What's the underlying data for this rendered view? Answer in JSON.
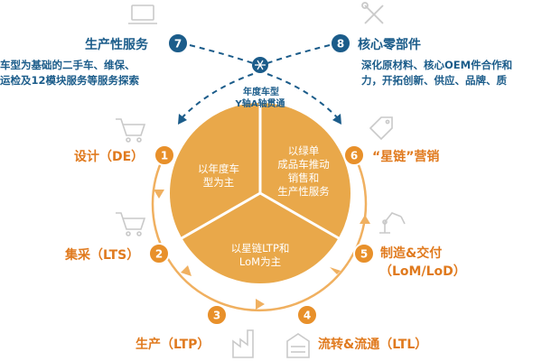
{
  "center": {
    "line1": "年度车型",
    "line2": "Y轴A轴贯通"
  },
  "pie": {
    "left": "以年度车\n型为主",
    "right": "以绿单\n成品车推动\n销售和\n生产性服务",
    "bottom": "以星链LTP和\nLoM为主"
  },
  "steps": [
    {
      "num": "1",
      "label": "设计（DE）"
    },
    {
      "num": "2",
      "label": "集采（LTS）"
    },
    {
      "num": "3",
      "label": "生产（LTP）"
    },
    {
      "num": "4",
      "label": "流转&流通（LTL）"
    },
    {
      "num": "5",
      "label": "制造&交付",
      "label2": "（LoM/LoD）"
    },
    {
      "num": "6",
      "label": "“星链”营销"
    },
    {
      "num": "7",
      "label": "生产性服务"
    },
    {
      "num": "8",
      "label": "核心零部件"
    }
  ],
  "desc7": [
    "车型为基础的二手车、维保、",
    "运检及12模块服务等服务探索"
  ],
  "desc8": [
    "深化原材料、核心OEM件合作和",
    "力，开拓创新、供应、品牌、质"
  ],
  "colors": {
    "orange": "#e8902a",
    "blue": "#1b5c8a",
    "pie": "#e9a84a"
  }
}
